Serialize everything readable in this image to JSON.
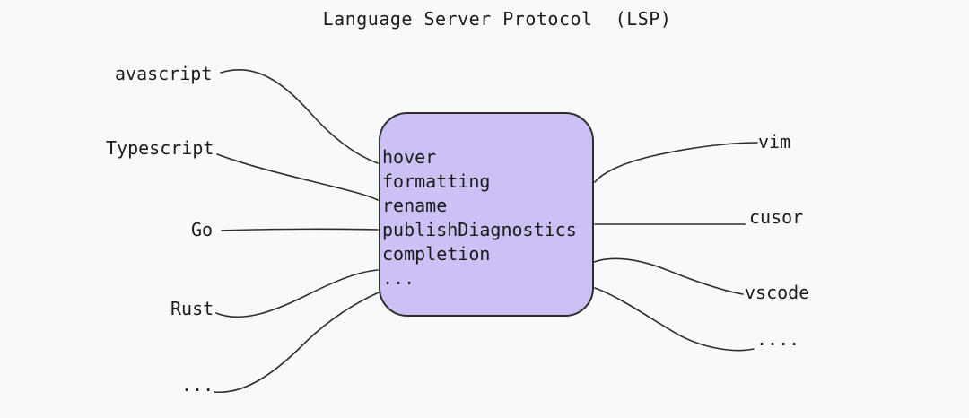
{
  "title": "Language Server Protocol  (LSP)",
  "colors": {
    "background": "#f8f9fa",
    "box_fill": "#ccc0f4",
    "stroke": "#2d2d2d",
    "text": "#1b1b1b"
  },
  "box": {
    "features": [
      "hover",
      "formatting",
      "rename",
      "publishDiagnostics",
      "completion",
      "..."
    ]
  },
  "left_labels": [
    {
      "label": "avascript"
    },
    {
      "label": "Typescript"
    },
    {
      "label": "Go"
    },
    {
      "label": "Rust"
    },
    {
      "label": "..."
    }
  ],
  "right_labels": [
    {
      "label": "vim"
    },
    {
      "label": "cusor"
    },
    {
      "label": "vscode"
    },
    {
      "label": "...."
    }
  ]
}
